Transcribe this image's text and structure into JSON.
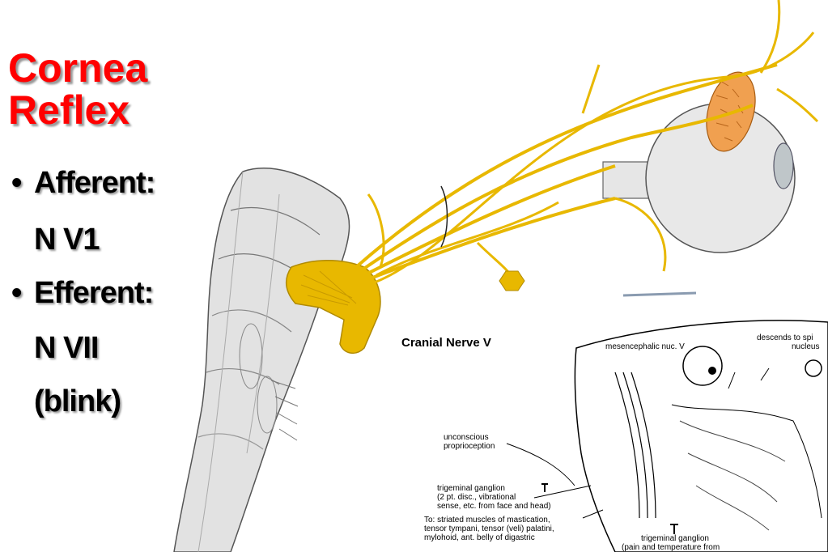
{
  "title": {
    "line1": "Cornea",
    "line2": "Reflex"
  },
  "bullets": [
    {
      "bullet": "•",
      "label": "Afferent:",
      "value": "N V1"
    },
    {
      "bullet": "•",
      "label": "Efferent:",
      "value": "N VII",
      "note": "(blink)"
    }
  ],
  "figure": {
    "caption": "Cranial Nerve V",
    "labels": {
      "mesencephalic": "mesencephalic nuc. V",
      "descends1": "descends to spi",
      "descends2": "nucleus",
      "unconscious1": "unconscious",
      "unconscious2": "proprioception",
      "tg1_1": "trigeminal ganglion",
      "tg1_2": "(2 pt. disc., vibrational",
      "tg1_3": "sense, etc. from face and head)",
      "to1": "To:  striated muscles of mastication,",
      "to2": "tensor tympani, tensor (veli) palatini,",
      "to3": "mylohoid, ant. belly of digastric",
      "tg2_1": "trigeminal ganglion",
      "tg2_2": "(pain and temperature from"
    }
  },
  "colors": {
    "title": "#ff0000",
    "nerve": "#e8b800",
    "nerve_stroke": "#b08a00",
    "cornea": "#f0a050",
    "brainstem": "#d8d8d8"
  }
}
